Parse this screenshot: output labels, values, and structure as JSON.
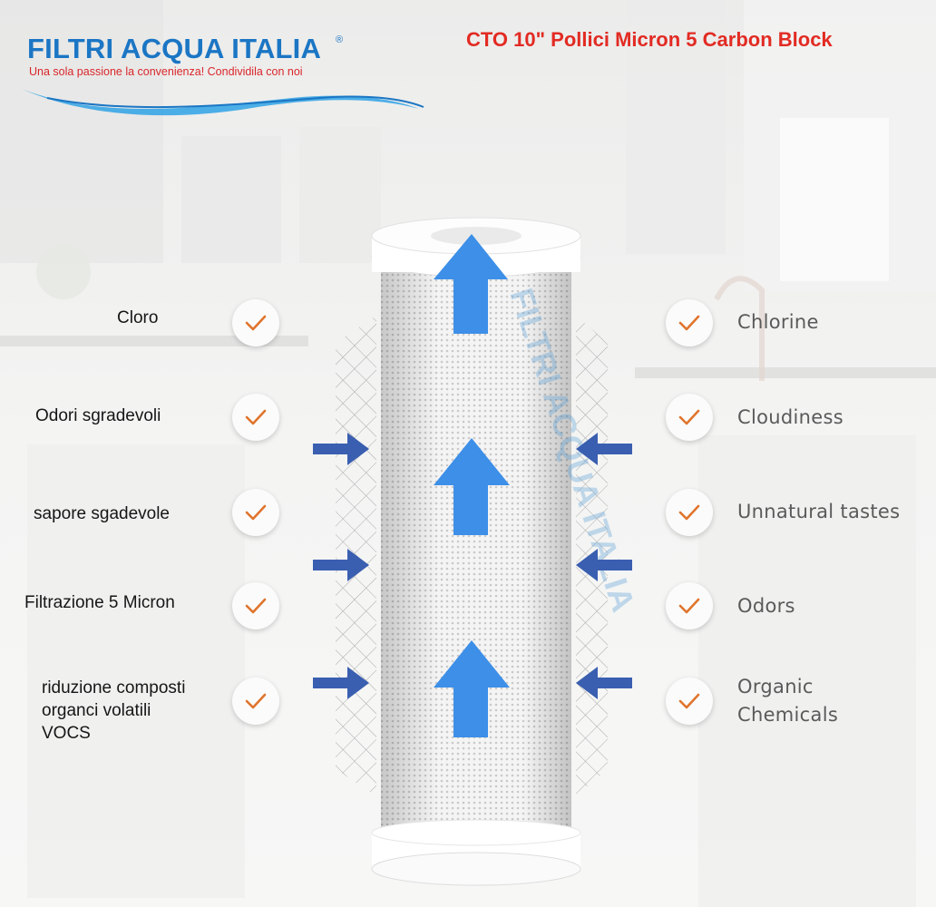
{
  "brand": {
    "name": "FILTRI ACQUA ITALIA",
    "registered": "®",
    "tagline": "Una sola passione la convenienza! Condividila con noi",
    "color": "#1b76c4",
    "tagline_color": "#d9262a"
  },
  "headline": "CTO 10\" Pollici Micron 5 Carbon Block",
  "headline_color": "#e22b23",
  "features_it": [
    {
      "line1": "Cloro"
    },
    {
      "line1": "Odori sgradevoli"
    },
    {
      "line1": "sapore sgadevole"
    },
    {
      "line1": "Filtrazione 5 Micron"
    },
    {
      "line1": "riduzione composti",
      "line2": "organci volatili",
      "line3": "VOCS"
    }
  ],
  "features_en": [
    {
      "line1": "Chlorine"
    },
    {
      "line1": "Cloudiness"
    },
    {
      "line1": "Unnatural tastes"
    },
    {
      "line1": "Odors"
    },
    {
      "line1": "Organic",
      "line2": "Chemicals"
    }
  ],
  "icons": {
    "check": "checkmark-icon",
    "flow_up": "arrow-up-icon",
    "flow_in_left": "arrow-right-icon",
    "flow_in_right": "arrow-left-icon"
  },
  "colors": {
    "check": "#e0742c",
    "flow_arrow": "#3d8fe8",
    "inflow_arrow": "#3a5fb0"
  },
  "cartridge_watermark": "FILTRI ACQUA ITALIA"
}
